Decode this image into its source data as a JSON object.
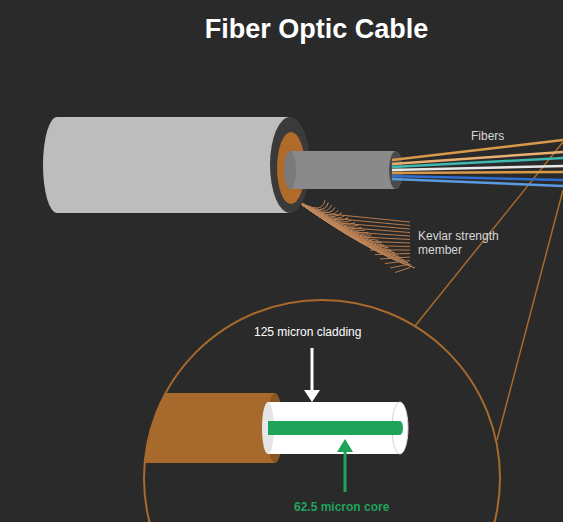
{
  "diagram": {
    "title": "Fiber Optic Cable",
    "labels": [
      "Fibers",
      "Kevlar strength member",
      "125 micron cladding",
      "62.5 micron core"
    ]
  }
}
